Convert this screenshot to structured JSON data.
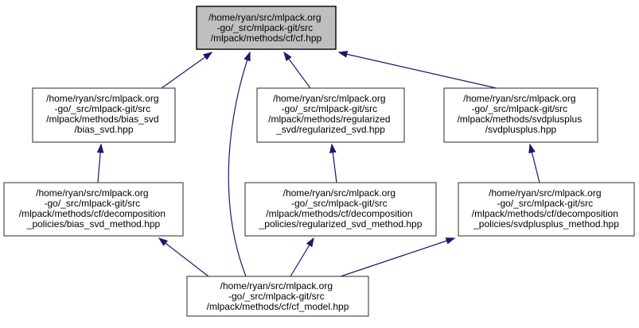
{
  "diagram": {
    "type": "include-dependency-graph",
    "colors": {
      "edge": "#191970",
      "highlight_node_fill": "#bfbfbf",
      "node_fill": "#ffffff",
      "node_border": "#3d3d3d",
      "text": "#000000",
      "background": "#ffffff"
    },
    "nodes": [
      {
        "id": "cf_hpp",
        "highlighted": true,
        "lines": [
          "/home/ryan/src/mlpack.org",
          "-go/_src/mlpack-git/src",
          "/mlpack/methods/cf/cf.hpp"
        ]
      },
      {
        "id": "bias_svd_hpp",
        "highlighted": false,
        "lines": [
          "/home/ryan/src/mlpack.org",
          "-go/_src/mlpack-git/src",
          "/mlpack/methods/bias_svd",
          "/bias_svd.hpp"
        ]
      },
      {
        "id": "regularized_svd_hpp",
        "highlighted": false,
        "lines": [
          "/home/ryan/src/mlpack.org",
          "-go/_src/mlpack-git/src",
          "/mlpack/methods/regularized",
          "_svd/regularized_svd.hpp"
        ]
      },
      {
        "id": "svdplusplus_hpp",
        "highlighted": false,
        "lines": [
          "/home/ryan/src/mlpack.org",
          "-go/_src/mlpack-git/src",
          "/mlpack/methods/svdplusplus",
          "/svdplusplus.hpp"
        ]
      },
      {
        "id": "bias_svd_method_hpp",
        "highlighted": false,
        "lines": [
          "/home/ryan/src/mlpack.org",
          "-go/_src/mlpack-git/src",
          "/mlpack/methods/cf/decomposition",
          "_policies/bias_svd_method.hpp"
        ]
      },
      {
        "id": "regularized_svd_method_hpp",
        "highlighted": false,
        "lines": [
          "/home/ryan/src/mlpack.org",
          "-go/_src/mlpack-git/src",
          "/mlpack/methods/cf/decomposition",
          "_policies/regularized_svd_method.hpp"
        ]
      },
      {
        "id": "svdplusplus_method_hpp",
        "highlighted": false,
        "lines": [
          "/home/ryan/src/mlpack.org",
          "-go/_src/mlpack-git/src",
          "/mlpack/methods/cf/decomposition",
          "_policies/svdplusplus_method.hpp"
        ]
      },
      {
        "id": "cf_model_hpp",
        "highlighted": false,
        "lines": [
          "/home/ryan/src/mlpack.org",
          "-go/_src/mlpack-git/src",
          "/mlpack/methods/cf/cf_model.hpp"
        ]
      }
    ],
    "edges": [
      {
        "from": "bias_svd_hpp",
        "to": "cf_hpp"
      },
      {
        "from": "regularized_svd_hpp",
        "to": "cf_hpp"
      },
      {
        "from": "svdplusplus_hpp",
        "to": "cf_hpp"
      },
      {
        "from": "cf_model_hpp",
        "to": "cf_hpp"
      },
      {
        "from": "bias_svd_method_hpp",
        "to": "bias_svd_hpp"
      },
      {
        "from": "regularized_svd_method_hpp",
        "to": "regularized_svd_hpp"
      },
      {
        "from": "svdplusplus_method_hpp",
        "to": "svdplusplus_hpp"
      },
      {
        "from": "cf_model_hpp",
        "to": "bias_svd_method_hpp"
      },
      {
        "from": "cf_model_hpp",
        "to": "regularized_svd_method_hpp"
      },
      {
        "from": "cf_model_hpp",
        "to": "svdplusplus_method_hpp"
      }
    ]
  }
}
